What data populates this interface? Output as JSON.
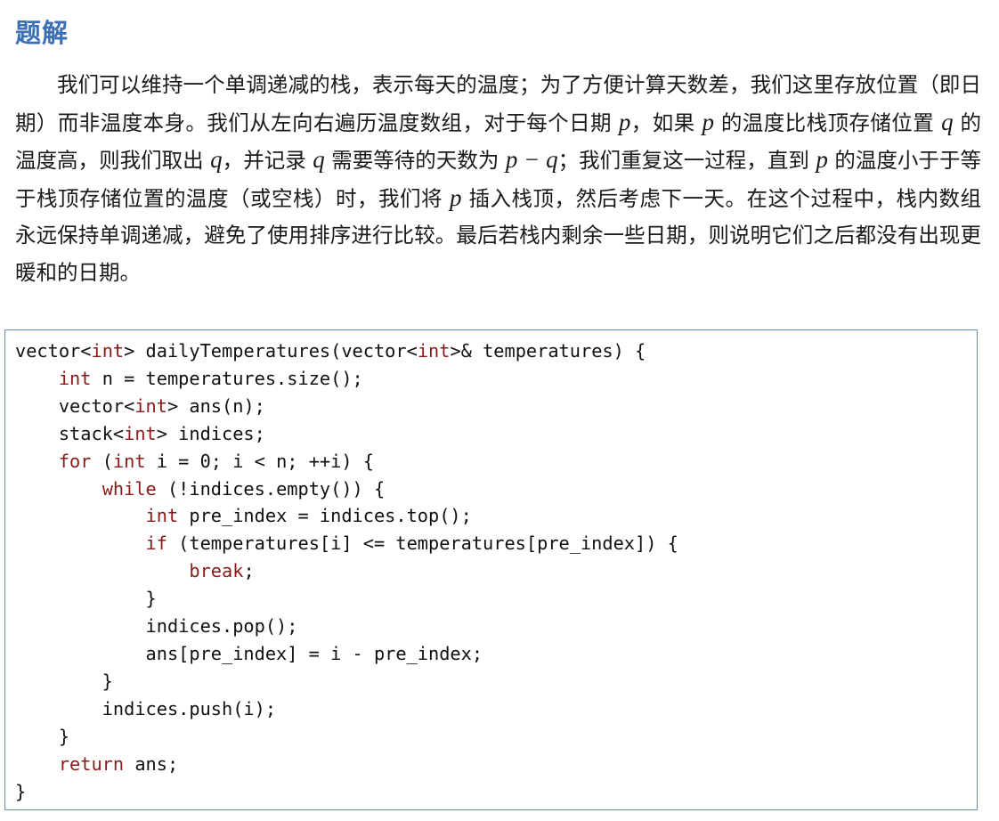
{
  "heading": "题解",
  "paragraph": [
    "我们可以维持一个单调递减的栈，表示每天的温度；为了方便计算天数差，我们这里存放位置（即日期）而非温度本身。我们从左向右遍历温度数组，对于每个日期 ",
    {
      "var": "p"
    },
    "，如果 ",
    {
      "var": "p"
    },
    " 的温度比栈顶存储位置 ",
    {
      "var": "q"
    },
    " 的温度高，则我们取出 ",
    {
      "var": "q"
    },
    "，并记录 ",
    {
      "var": "q"
    },
    " 需要等待的天数为 ",
    {
      "var": "p − q"
    },
    "；我们重复这一过程，直到 ",
    {
      "var": "p"
    },
    " 的温度小于于等于栈顶存储位置的温度（或空栈）时，我们将 ",
    {
      "var": "p"
    },
    " 插入栈顶，然后考虑下一天。在这个过程中，栈内数组永远保持单调递减，避免了使用排序进行比较。最后若栈内剩余一些日期，则说明它们之后都没有出现更暖和的日期。"
  ],
  "code": [
    [
      [
        "vector<"
      ],
      [
        "int",
        "kw"
      ],
      [
        "> dailyTemperatures(vector<"
      ],
      [
        "int",
        "kw"
      ],
      [
        ">& temperatures) {"
      ]
    ],
    [
      [
        "    "
      ],
      [
        "int",
        "kw"
      ],
      [
        " n = temperatures.size();"
      ]
    ],
    [
      [
        "    vector<"
      ],
      [
        "int",
        "kw"
      ],
      [
        "> ans(n);"
      ]
    ],
    [
      [
        "    stack<"
      ],
      [
        "int",
        "kw"
      ],
      [
        "> indices;"
      ]
    ],
    [
      [
        "    "
      ],
      [
        "for",
        "kw"
      ],
      [
        " ("
      ],
      [
        "int",
        "kw"
      ],
      [
        " i = 0; i < n; ++i) {"
      ]
    ],
    [
      [
        "        "
      ],
      [
        "while",
        "kw"
      ],
      [
        " (!indices.empty()) {"
      ]
    ],
    [
      [
        "            "
      ],
      [
        "int",
        "kw"
      ],
      [
        " pre_index = indices.top();"
      ]
    ],
    [
      [
        "            "
      ],
      [
        "if",
        "kw"
      ],
      [
        " (temperatures[i] <= temperatures[pre_index]) {"
      ]
    ],
    [
      [
        "                "
      ],
      [
        "break",
        "kw"
      ],
      [
        ";"
      ]
    ],
    [
      [
        "            }"
      ]
    ],
    [
      [
        "            indices.pop();"
      ]
    ],
    [
      [
        "            ans[pre_index] = i - pre_index;"
      ]
    ],
    [
      [
        "        }"
      ]
    ],
    [
      [
        "        indices.push(i);"
      ]
    ],
    [
      [
        "    }"
      ]
    ],
    [
      [
        "    "
      ],
      [
        "return",
        "kw"
      ],
      [
        " ans;"
      ]
    ],
    [
      [
        "}"
      ]
    ]
  ]
}
